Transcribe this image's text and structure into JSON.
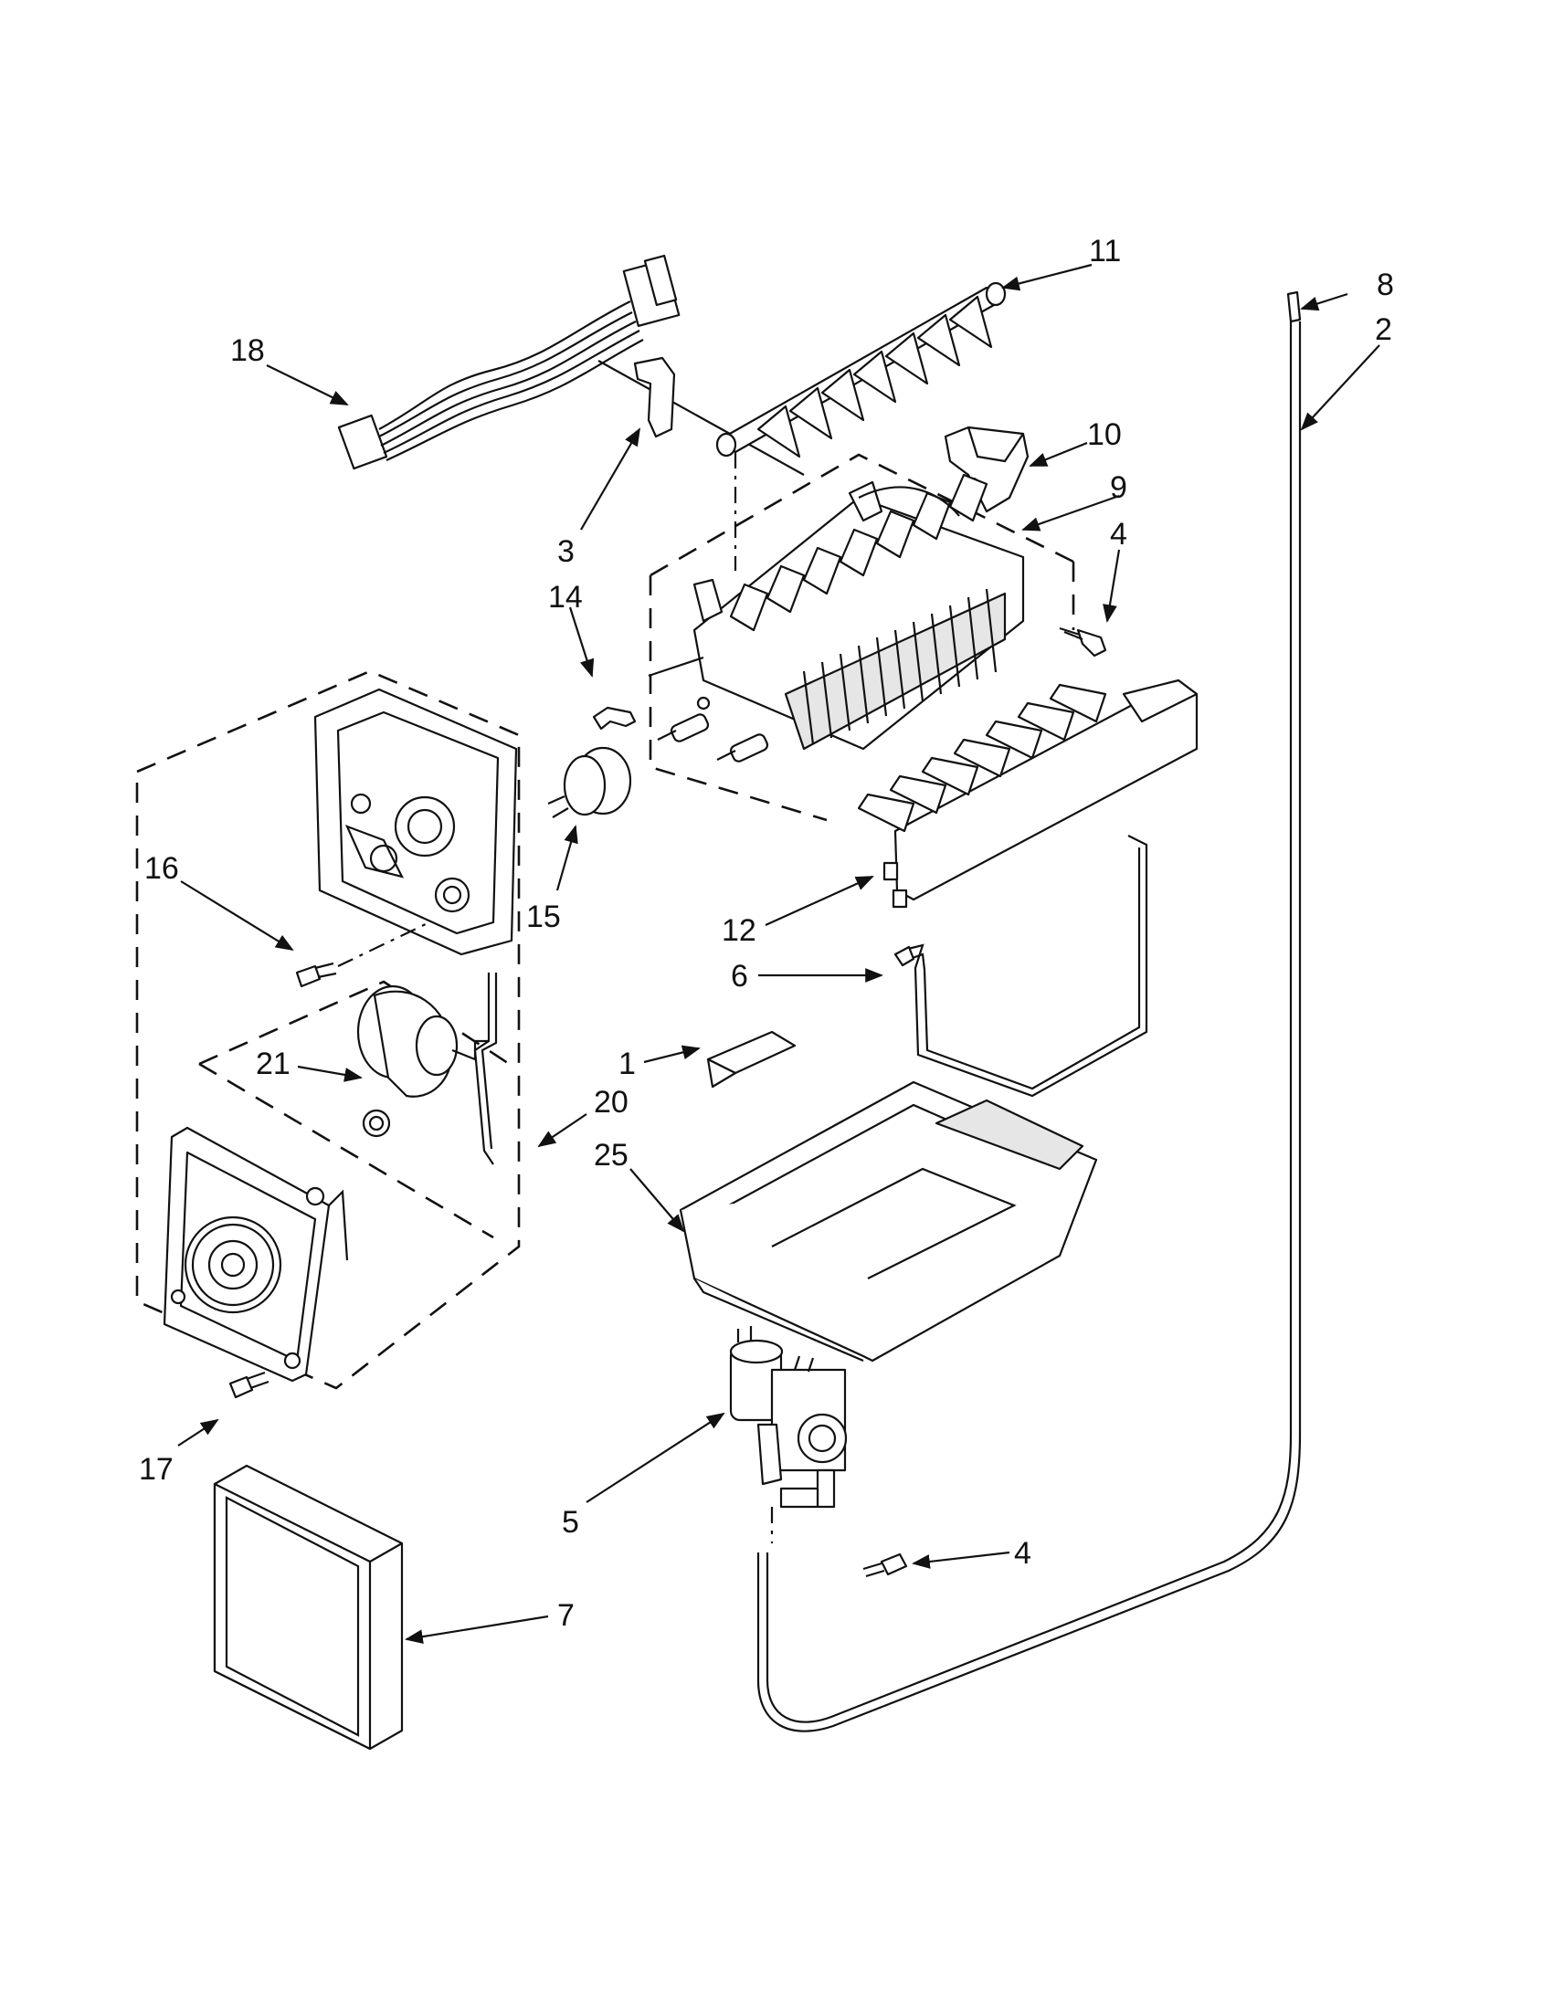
{
  "callouts": [
    {
      "id": "c11",
      "text": "11"
    },
    {
      "id": "c8",
      "text": "8"
    },
    {
      "id": "c2",
      "text": "2"
    },
    {
      "id": "c18",
      "text": "18"
    },
    {
      "id": "c10",
      "text": "10"
    },
    {
      "id": "c9",
      "text": "9"
    },
    {
      "id": "c4a",
      "text": "4"
    },
    {
      "id": "c3",
      "text": "3"
    },
    {
      "id": "c14",
      "text": "14"
    },
    {
      "id": "c16",
      "text": "16"
    },
    {
      "id": "c15",
      "text": "15"
    },
    {
      "id": "c12",
      "text": "12"
    },
    {
      "id": "c6",
      "text": "6"
    },
    {
      "id": "c1",
      "text": "1"
    },
    {
      "id": "c21",
      "text": "21"
    },
    {
      "id": "c20",
      "text": "20"
    },
    {
      "id": "c25",
      "text": "25"
    },
    {
      "id": "c17",
      "text": "17"
    },
    {
      "id": "c5",
      "text": "5"
    },
    {
      "id": "c4b",
      "text": "4"
    },
    {
      "id": "c7",
      "text": "7"
    }
  ]
}
